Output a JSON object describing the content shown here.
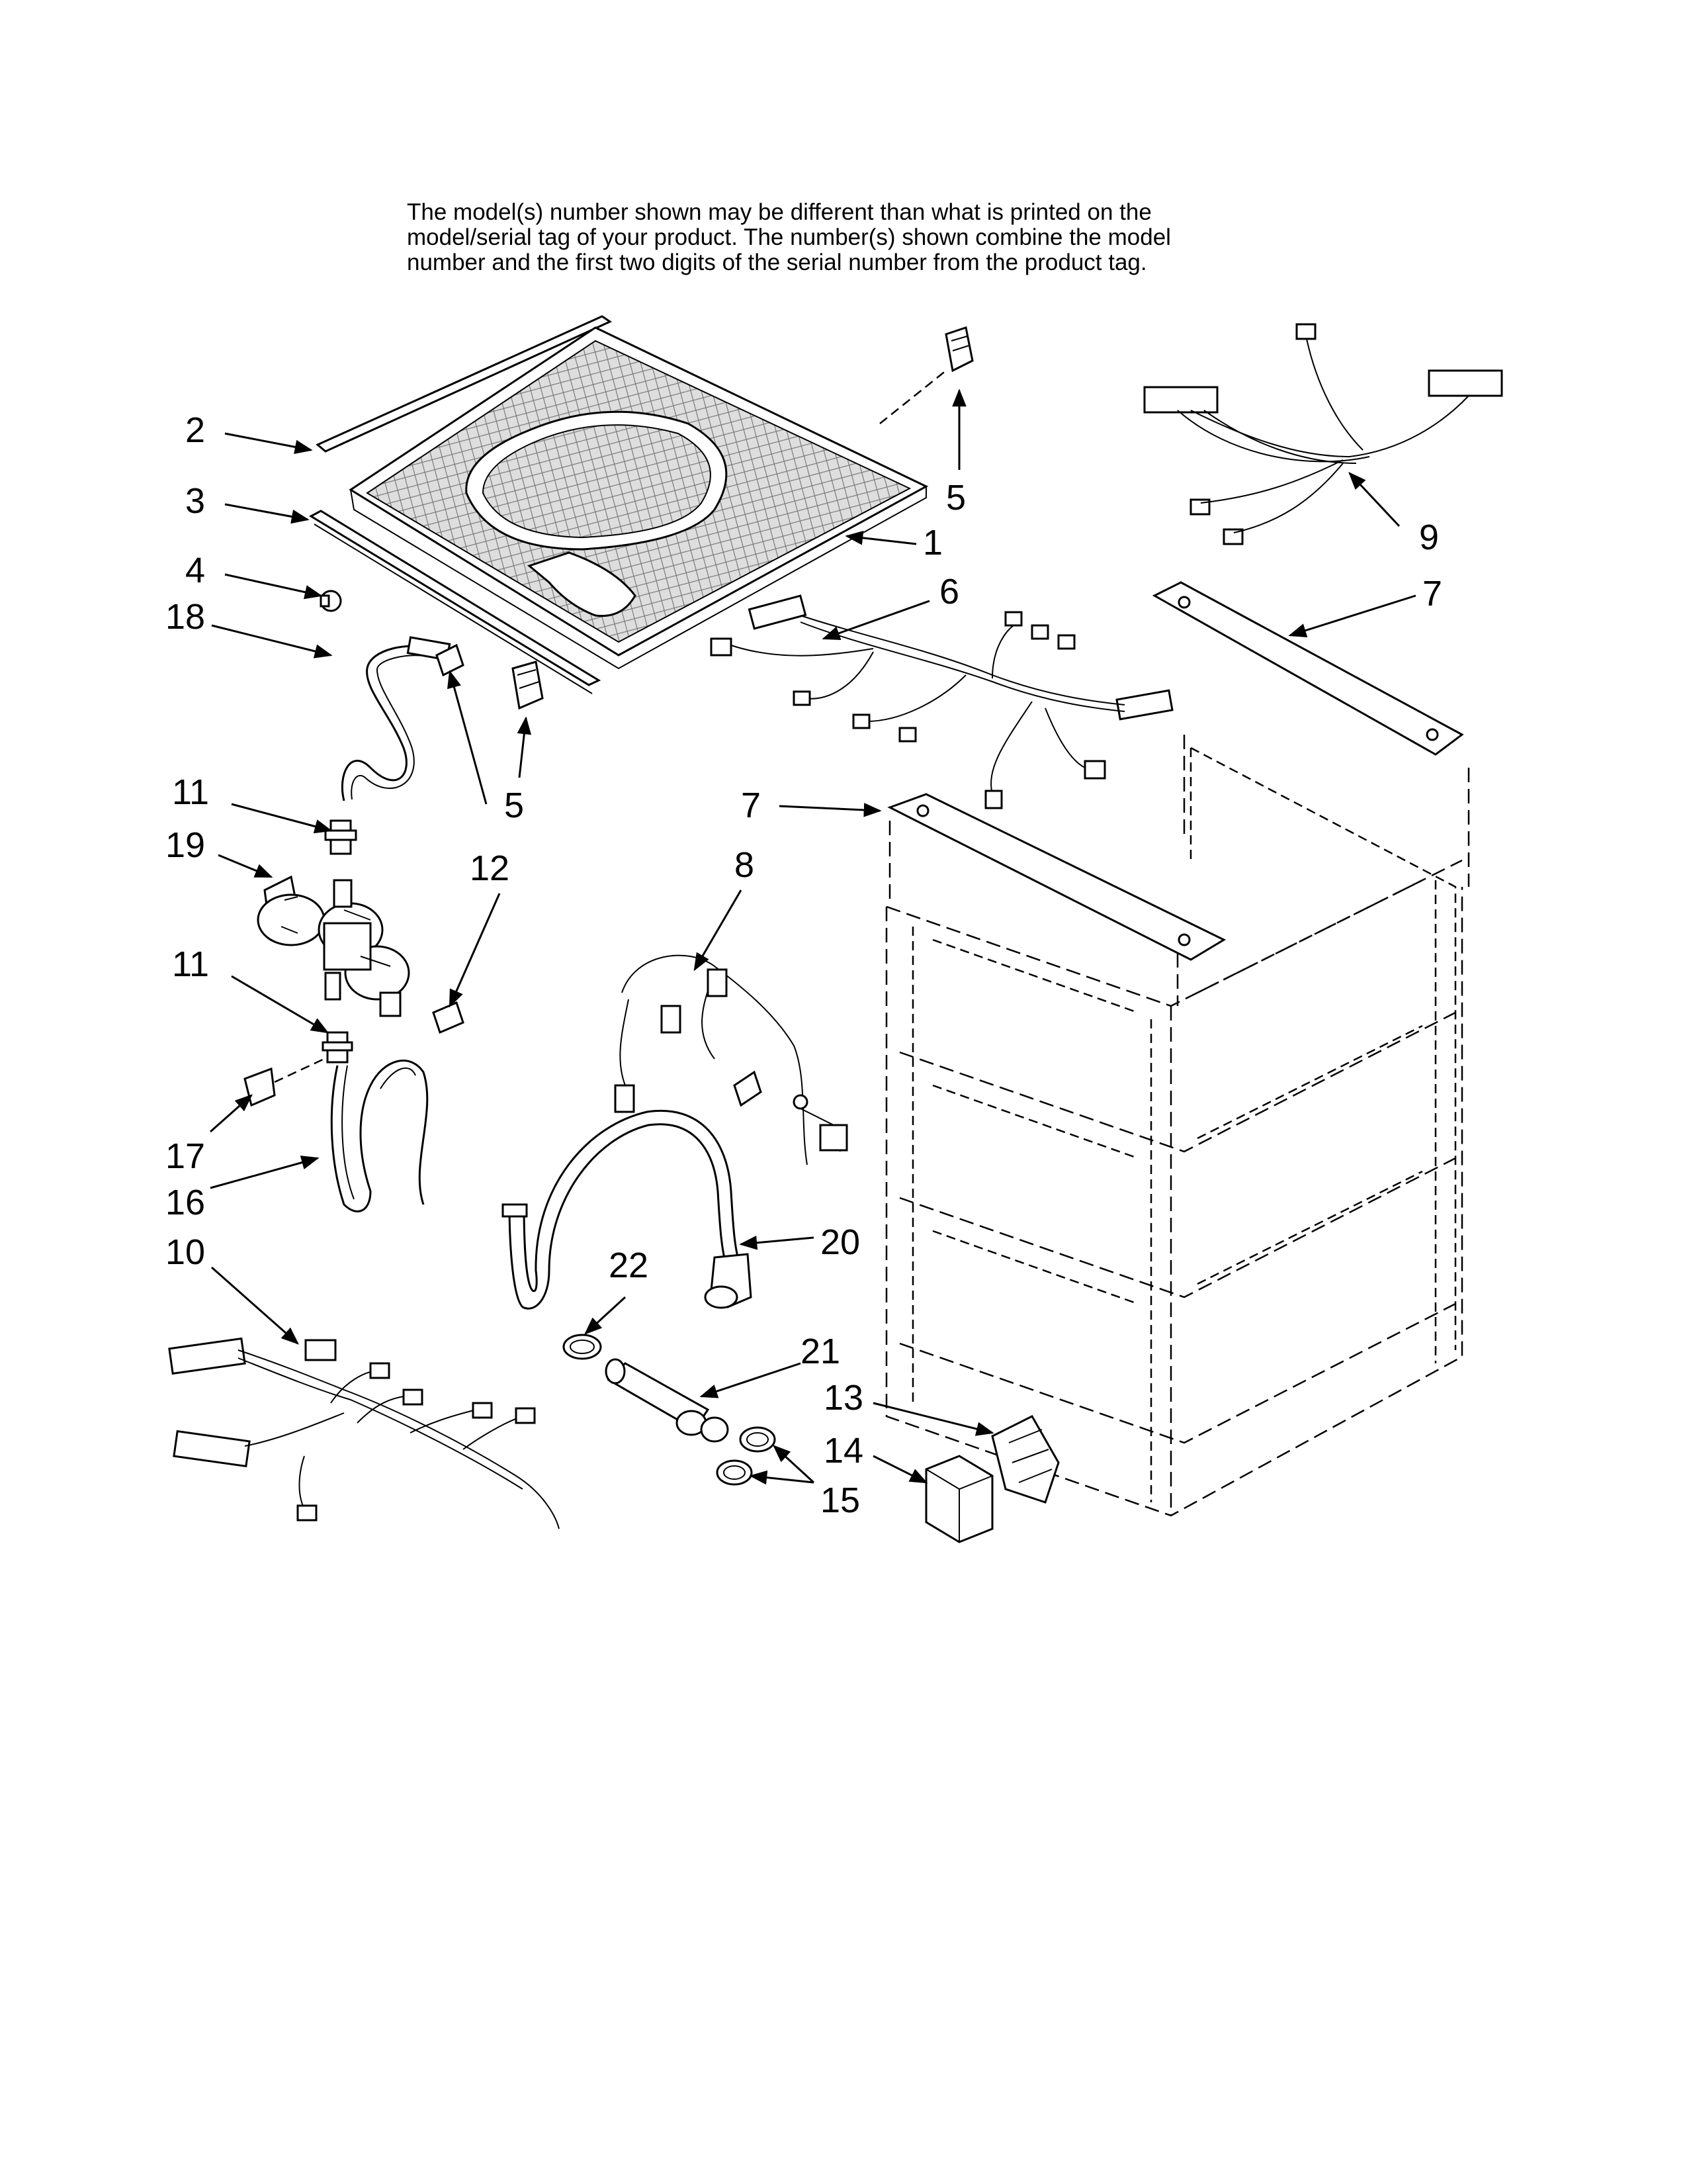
{
  "note": {
    "lines": [
      "The model(s) number shown may be different than what is printed on the",
      "model/serial tag of your product. The number(s) shown combine the model",
      "number and the first two digits of the serial number from the product tag."
    ]
  },
  "callouts": [
    {
      "id": "c1",
      "label": "1"
    },
    {
      "id": "c2",
      "label": "2"
    },
    {
      "id": "c3",
      "label": "3"
    },
    {
      "id": "c4",
      "label": "4"
    },
    {
      "id": "c5a",
      "label": "5"
    },
    {
      "id": "c5b",
      "label": "5"
    },
    {
      "id": "c6",
      "label": "6"
    },
    {
      "id": "c7a",
      "label": "7"
    },
    {
      "id": "c7b",
      "label": "7"
    },
    {
      "id": "c8",
      "label": "8"
    },
    {
      "id": "c9",
      "label": "9"
    },
    {
      "id": "c10",
      "label": "10"
    },
    {
      "id": "c11a",
      "label": "11"
    },
    {
      "id": "c11b",
      "label": "11"
    },
    {
      "id": "c12",
      "label": "12"
    },
    {
      "id": "c13",
      "label": "13"
    },
    {
      "id": "c14",
      "label": "14"
    },
    {
      "id": "c15",
      "label": "15"
    },
    {
      "id": "c16",
      "label": "16"
    },
    {
      "id": "c17",
      "label": "17"
    },
    {
      "id": "c18",
      "label": "18"
    },
    {
      "id": "c19",
      "label": "19"
    },
    {
      "id": "c20",
      "label": "20"
    },
    {
      "id": "c21",
      "label": "21"
    },
    {
      "id": "c22",
      "label": "22"
    }
  ]
}
